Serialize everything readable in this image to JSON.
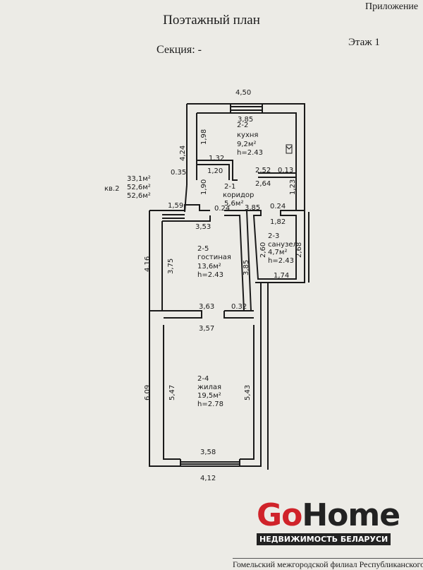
{
  "header": {
    "appendix": "Приложение",
    "title": "Поэтажный план",
    "section": "Секция: -",
    "floor": "Этаж 1"
  },
  "apartment": {
    "label": "кв.2",
    "area_living": "33,1м²",
    "area_total": "52,6м²",
    "area_total2": "52,6м²"
  },
  "rooms": [
    {
      "id": "2-2",
      "name": "кухня",
      "area": "9,2м²",
      "height": "h=2.43"
    },
    {
      "id": "2-1",
      "name": "коридор",
      "area": "5,6м²"
    },
    {
      "id": "2-5",
      "name": "гостиная",
      "area": "13,6м²",
      "height": "h=2.43"
    },
    {
      "id": "2-3",
      "name": "санузел",
      "area": "4,7м²",
      "height": "h=2.43"
    },
    {
      "id": "2-4",
      "name": "жилая",
      "area": "19,5м²",
      "height": "h=2.78"
    }
  ],
  "dimensions": {
    "d450": "4,50",
    "d385a": "3,85",
    "d198": "1,98",
    "d424": "4,24",
    "d132": "1,32",
    "d120": "1,20",
    "d035": "0.35",
    "d252": "2,52",
    "d013": "0.13",
    "d264": "2,64",
    "d190": "1,90",
    "d123": "1,23",
    "d159": "1,59",
    "d024a": "0.24",
    "d385b": "3,85",
    "d024b": "0.24",
    "d353": "3,53",
    "d182": "1,82",
    "d416": "4,16",
    "d375": "3,75",
    "d385c": "3,85",
    "d260": "2,60",
    "d268": "2,68",
    "d174": "1,74",
    "d363": "3,63",
    "d032": "0.32",
    "d357": "3,57",
    "d609": "6,09",
    "d547": "5,47",
    "d543": "5,43",
    "d358": "3,58",
    "d412": "4,12"
  },
  "logo": {
    "main_a": "Go",
    "main_b": "Home",
    "sub": "НЕДВИЖИМОСТЬ БЕЛАРУСИ"
  },
  "footer": "Гомельский межгородской филиал Республиканского ун"
}
